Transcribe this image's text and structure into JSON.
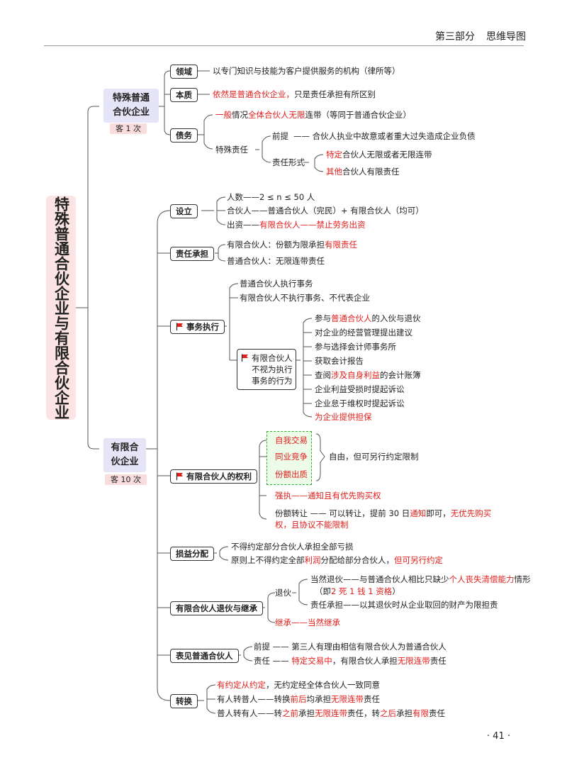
{
  "header": {
    "part": "第三部分",
    "title": "思维导图"
  },
  "page_number": "· 41 ·",
  "root": "特殊普通合伙企业与有限合伙企业",
  "special": {
    "title_l1": "特殊普通",
    "title_l2": "合伙企业",
    "count": "客 1 次",
    "field": {
      "label": "领域",
      "text": "以专门知识与技能为客户提供服务的机构（律所等）"
    },
    "nature": {
      "label": "本质",
      "text_red": "依然是普通合伙企业，",
      "text": "只是责任承担有所区别"
    },
    "debt": {
      "label": "债务",
      "general": {
        "a_red": "一般",
        "b": "情况",
        "c_red": "全体合伙人无限",
        "d": "连带（等同于普通合伙企业）"
      },
      "special_label": "特殊责任",
      "premise_label": "前提",
      "premise_text": "—— 合伙人执业中故意或者重大过失造成企业负债",
      "form_label": "责任形式",
      "form1_red": "特定",
      "form1": "合伙人无限或者无限连带",
      "form2_red": "其他",
      "form2": "合伙人有限责任"
    }
  },
  "limited": {
    "title_l1": "有限合",
    "title_l2": "伙企业",
    "count": "客 10 次",
    "setup": {
      "label": "设立",
      "people": "人数——2 ≤ n ≤ 50 人",
      "partners": "合伙人——普通合伙人（完民）+ 有限合伙人（均可）",
      "capital_a": "出资——",
      "capital_red": "有限合伙人——禁止劳务出资"
    },
    "liability": {
      "label": "责任承担",
      "limited_a": "有限合伙人：份额为限承担",
      "limited_red": "有限责任",
      "general": "普通合伙人：无限连带责任"
    },
    "affairs": {
      "label": "事务执行",
      "item1": "普通合伙人执行事务",
      "item2": "有限合伙人不执行事务、不代表企业",
      "box_l1": "有限合伙人",
      "box_l2": "不视为执行",
      "box_l3": "事务的行为",
      "s1_a": "参与",
      "s1_red": "普通合伙人",
      "s1_b": "的入伙与退伙",
      "s2": "对企业的经营管理提出建议",
      "s3": "参与选择会计师事务所",
      "s4": "获取会计报告",
      "s5_a": "查阅",
      "s5_red": "涉及自身利益",
      "s5_b": "的会计账簿",
      "s6": "企业利益受损时提起诉讼",
      "s7": "企业怠于维权时提起诉讼",
      "s8_red": "为企业提供担保"
    },
    "rights": {
      "label": "有限合伙人的权利",
      "r1": "自我交易",
      "r2": "同业竞争",
      "r3": "份额出质",
      "free": "自由，但可另行约定限制",
      "enforce_red": "强执——通知且有优先购买权",
      "transfer_a": "份额转让 —— 可以转让，提前 30 日",
      "transfer_red1": "通知",
      "transfer_b": "即可，",
      "transfer_red2": "无优先购买",
      "transfer_red3": "权，且协议不能限制"
    },
    "profit": {
      "label": "损益分配",
      "p1": "不得约定部分合伙人承担全部亏损",
      "p2_a": "原则上不得约定全部",
      "p2_red1": "利润",
      "p2_b": "分配给部分合伙人，",
      "p2_red2": "但可另行约定"
    },
    "exit": {
      "label": "有限合伙人退伙与继承",
      "exit_label": "退伙",
      "auto_a": "当然退伙——与普通合伙人相比只缺少",
      "auto_red": "个人丧失清偿能力",
      "auto_b": "情形",
      "auto2_a": "（即",
      "auto2_red": "2 死 1 钱 1 资格",
      "auto2_b": "）",
      "resp": "责任承担——以其退伙时从企业取回的财产为限担责",
      "inherit_red": "继承——当然继承"
    },
    "apparent": {
      "label": "表见普通合伙人",
      "premise": "前提 —— 第三人有理由相信有限合伙人为普通合伙人",
      "resp_a": "责任 —— ",
      "resp_red1": "特定交易中",
      "resp_b": "，有限合伙人承担",
      "resp_red2": "无限连带",
      "resp_c": "责任"
    },
    "convert": {
      "label": "转换",
      "c1_red": "有约定从约定",
      "c1": "，无约定经全体合伙人一致同意",
      "c2_a": "有人转普人——转换",
      "c2_red1": "前后",
      "c2_b": "均承担",
      "c2_red2": "无限连带",
      "c2_c": "责任",
      "c3_a": "普人转有人——转",
      "c3_red1": "之前",
      "c3_b": "承担",
      "c3_red2": "无限连带",
      "c3_c": "责任，转",
      "c3_red3": "之后",
      "c3_d": "承担",
      "c3_red4": "有限",
      "c3_e": "责任"
    }
  },
  "colors": {
    "accent_red": "#e0201c",
    "category_bg": "#e6e4f7",
    "root_bg": "#fde4e4",
    "dashed_green": "#2db02d"
  }
}
